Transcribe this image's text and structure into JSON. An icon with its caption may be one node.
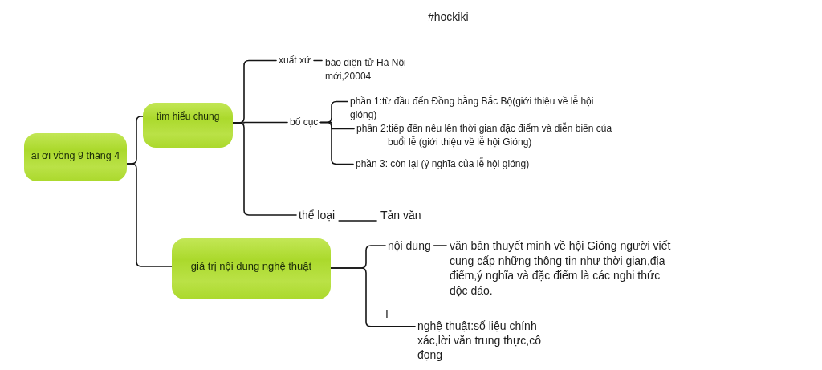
{
  "diagram": {
    "nodes": [
      {
        "text": [
          "ai ơi vồng 9 tháng 4"
        ]
      },
      {
        "text": [
          "tìm hiểu chung"
        ]
      },
      {
        "text": [
          "giá trị nội dung nghệ thuật"
        ]
      },
      {
        "text": [
          "xuất xứ"
        ]
      },
      {
        "text": [
          "báo điện tử Hà Nội mới,20004"
        ]
      },
      {
        "text": [
          "bố cục"
        ]
      },
      {
        "text": [
          "phần 1:từ đầu đến Đồng bằng Bắc Bộ(giới thiệu về lễ hội gióng)"
        ]
      },
      {
        "text": [
          "phần 2:tiếp đến nêu lên thời gian đặc điểm và diễn biến của buổi lễ (giới thiệu về lễ hội Gióng)"
        ]
      },
      {
        "text": [
          "phần 3: còn lại (ý nghĩa của lễ hội gióng)"
        ]
      },
      {
        "text": [
          "thể loại"
        ]
      },
      {
        "text": [
          "Tản văn"
        ]
      },
      {
        "text": [
          "nội dung"
        ]
      },
      {
        "text": [
          "văn bản thuyết minh về hội Gióng người viết cung cấp những thông tin như thời gian,địa điểm,ý nghĩa và đặc điểm là các nghi thức độc đáo."
        ]
      },
      {
        "text": [
          "nghệ thuật:số liệu chính xác,lời văn trung thực,cô đọng"
        ]
      }
    ],
    "edges": [
      {
        "from": 0,
        "to": 1,
        "arrow": "none"
      },
      {
        "from": 0,
        "to": 2,
        "arrow": "none"
      },
      {
        "from": 1,
        "to": 3,
        "arrow": "none"
      },
      {
        "from": 1,
        "to": 5,
        "arrow": "none"
      },
      {
        "from": 1,
        "to": 9,
        "arrow": "none"
      },
      {
        "from": 3,
        "to": 4,
        "arrow": "none"
      },
      {
        "from": 5,
        "to": 6,
        "arrow": "none"
      },
      {
        "from": 5,
        "to": 7,
        "arrow": "none"
      },
      {
        "from": 5,
        "to": 8,
        "arrow": "none"
      },
      {
        "from": 9,
        "to": 10,
        "arrow": "none"
      },
      {
        "from": 2,
        "to": 11,
        "arrow": "none"
      },
      {
        "from": 2,
        "to": 13,
        "arrow": "none"
      },
      {
        "from": 11,
        "to": 12,
        "arrow": "none"
      }
    ],
    "labels": [
      "#hockiki",
      "I"
    ]
  }
}
